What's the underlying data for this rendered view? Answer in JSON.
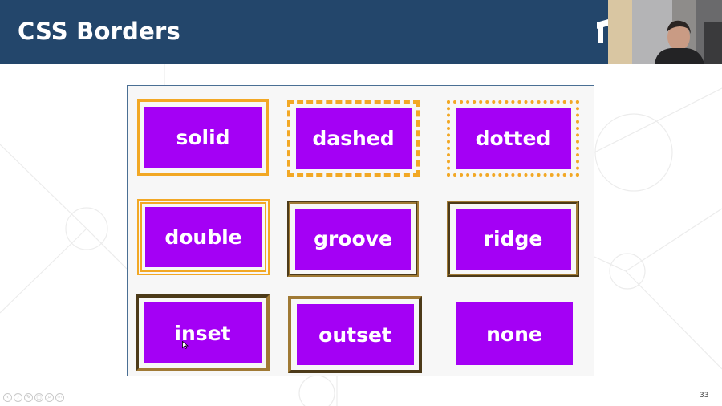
{
  "slide": {
    "title": "CSS Borders",
    "page_number": "33"
  },
  "header": {
    "logo_icon": "brand-logo-icon"
  },
  "webcam": {
    "icon": "webcam-presenter-icon"
  },
  "border_examples": [
    {
      "label": "solid",
      "style": "solid"
    },
    {
      "label": "dashed",
      "style": "dashed"
    },
    {
      "label": "dotted",
      "style": "dotted"
    },
    {
      "label": "double",
      "style": "double"
    },
    {
      "label": "groove",
      "style": "groove"
    },
    {
      "label": "ridge",
      "style": "ridge"
    },
    {
      "label": "inset",
      "style": "inset"
    },
    {
      "label": "outset",
      "style": "outset"
    },
    {
      "label": "none",
      "style": "none"
    }
  ],
  "colors": {
    "header_bg": "#23466b",
    "box_fill": "#a400f5",
    "border_orange": "#f2a825",
    "border_brown": "#a07a35"
  },
  "slide_nav": {
    "icons": [
      "previous-icon",
      "next-icon",
      "pen-icon",
      "slides-icon",
      "zoom-icon",
      "more-icon"
    ]
  }
}
